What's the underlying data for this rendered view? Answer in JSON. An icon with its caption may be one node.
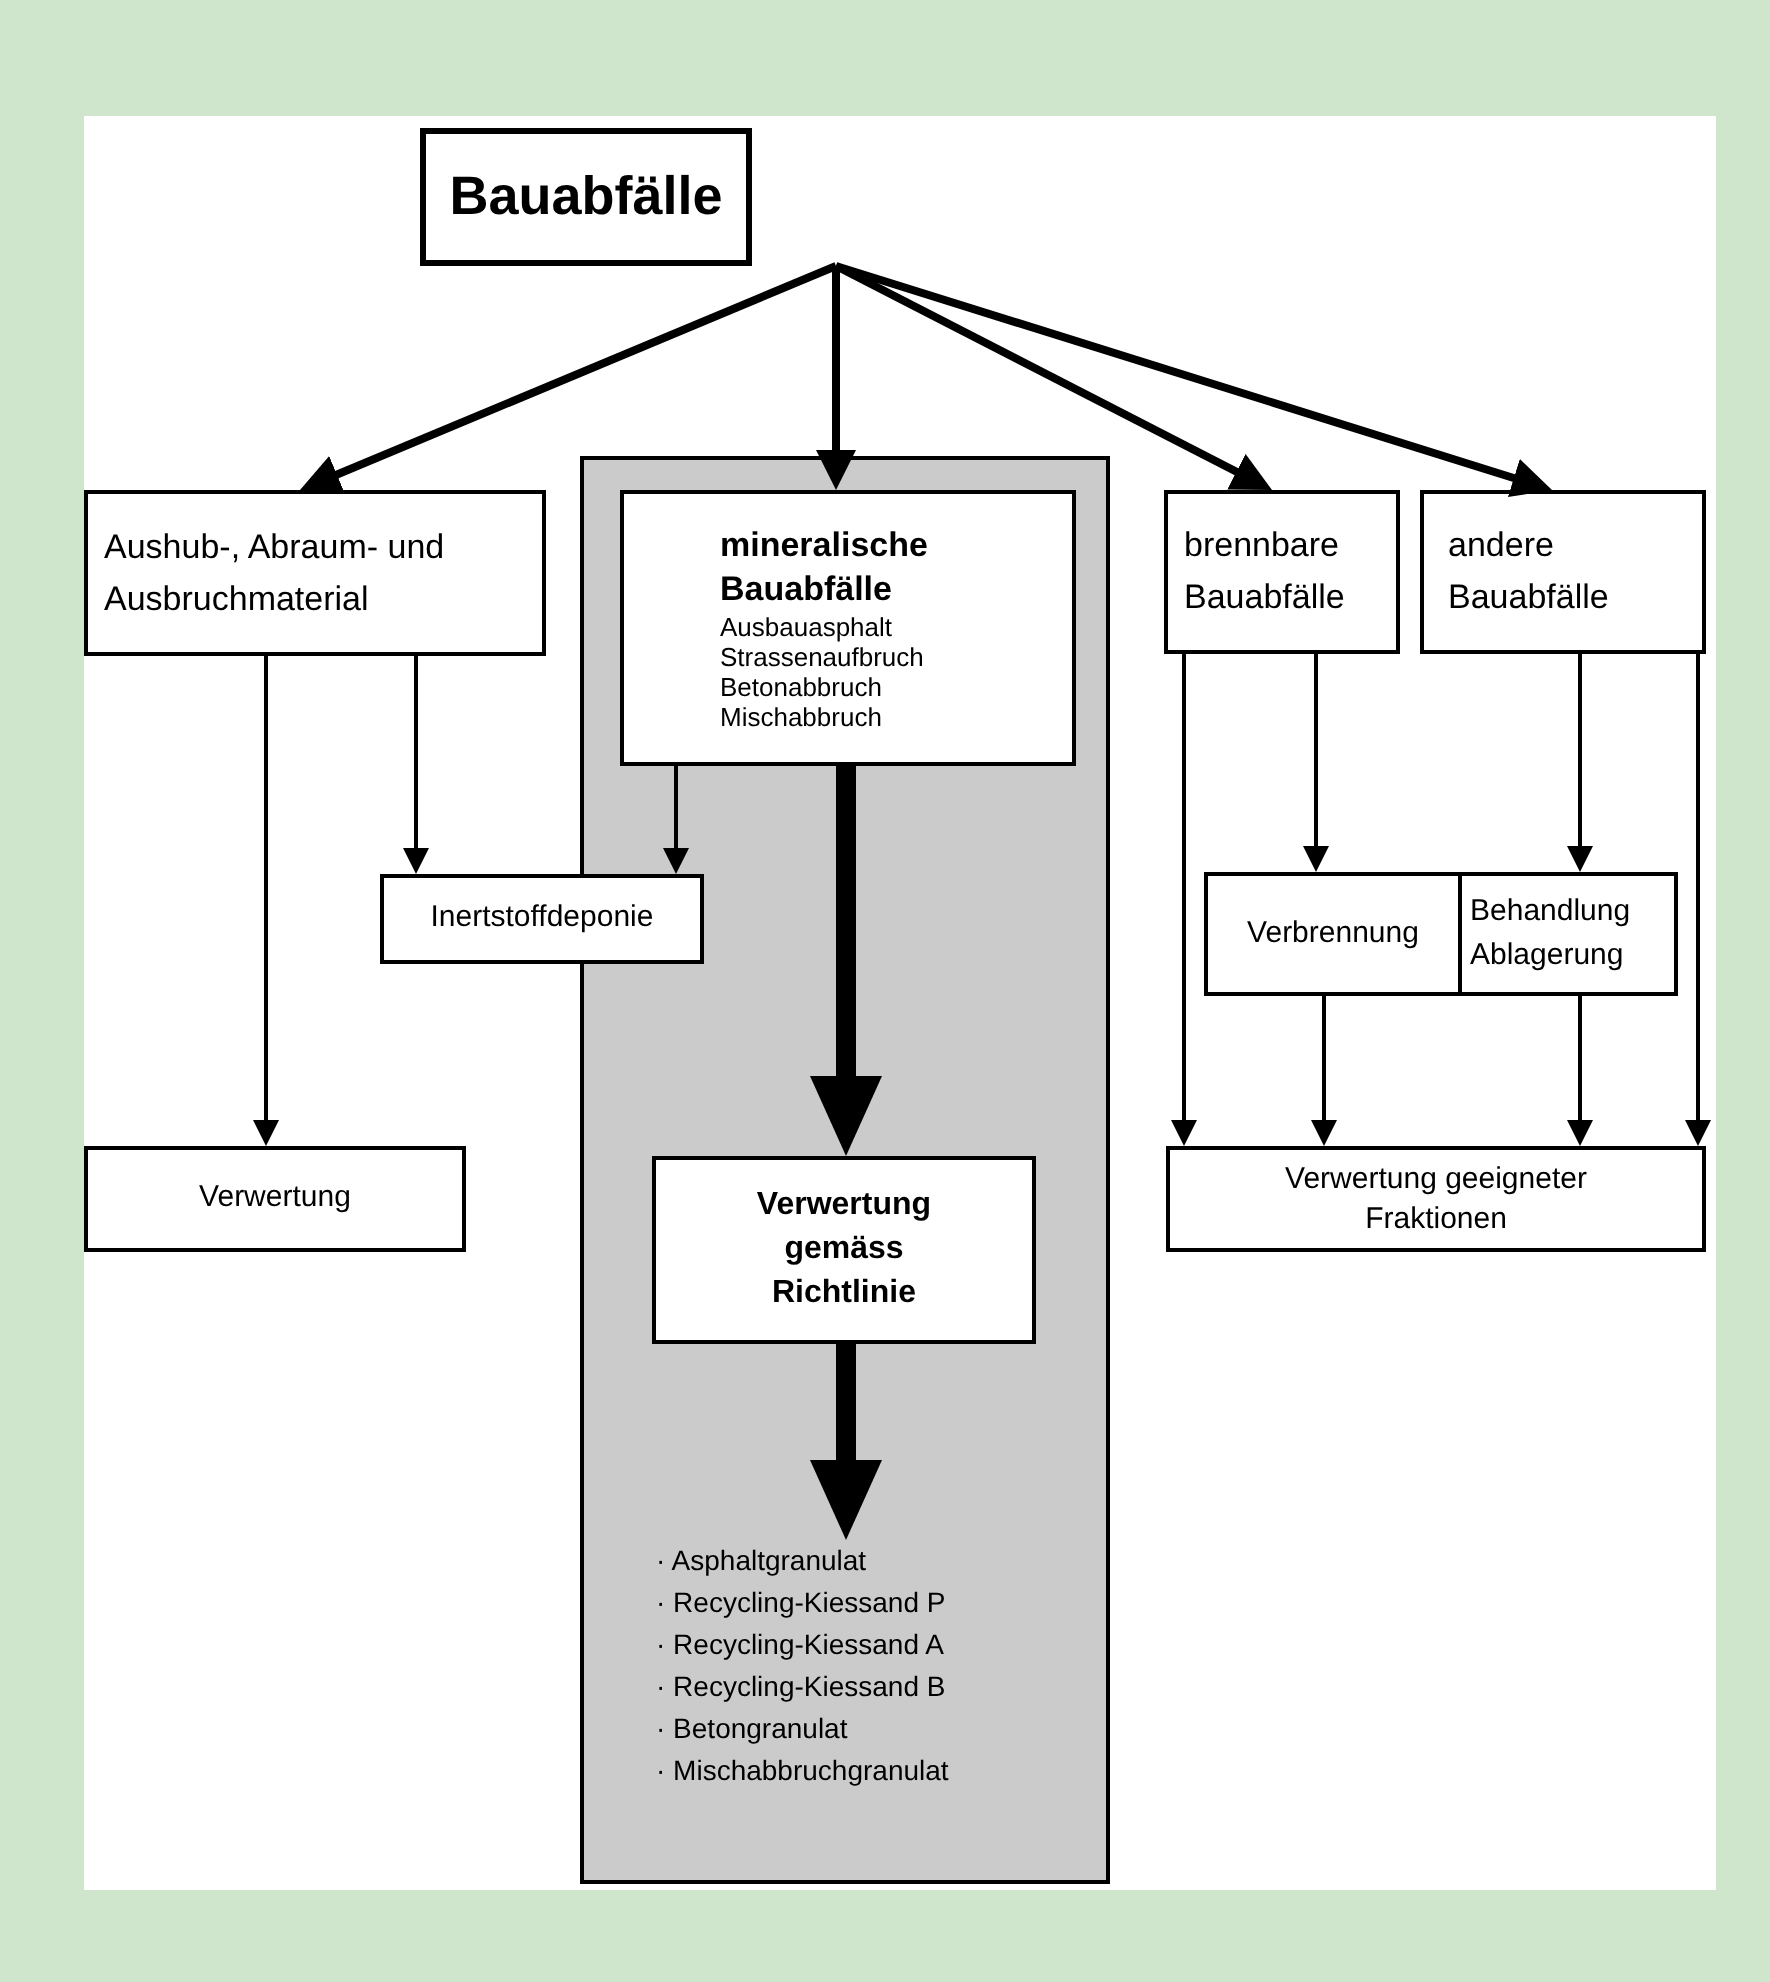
{
  "diagram": {
    "nodes": [
      {
        "text": [
          "Bauabfälle"
        ]
      },
      {
        "text": [
          "Aushub-, Abraum- und Ausbruchmaterial"
        ]
      },
      {
        "text": [],
        "shape": "box"
      },
      {
        "text": [
          "mineralische Bauabfälle",
          "Ausbauasphalt",
          "Strassenaufbruch",
          "Betonabbruch",
          "Mischabbruch"
        ],
        "in": 2
      },
      {
        "text": [
          "brennbare Bauabfälle"
        ]
      },
      {
        "text": [
          "andere Bauabfälle"
        ]
      },
      {
        "text": [
          "Inertstoffdeponie"
        ]
      },
      {
        "text": [
          "Verbrennung"
        ]
      },
      {
        "text": [
          "Behandlung Ablagerung"
        ]
      },
      {
        "text": [
          "Verwertung"
        ]
      },
      {
        "text": [
          "Verwertung gemäss Richtlinie"
        ],
        "in": 2
      },
      {
        "text": [
          "· Asphaltgranulat",
          "· Recycling-Kiessand P",
          "· Recycling-Kiessand A",
          "· Recycling-Kiessand B",
          "· Betongranulat",
          "· Mischabbruchgranulat"
        ],
        "in": 2
      },
      {
        "text": [
          "Verwertung geeigneter Fraktionen"
        ]
      }
    ],
    "edges": [
      {
        "from": 0,
        "to": 1,
        "arrow": "to",
        "style": "thick"
      },
      {
        "from": 0,
        "to": 3,
        "arrow": "to",
        "style": "thick"
      },
      {
        "from": 0,
        "to": 4,
        "arrow": "to",
        "style": "thick"
      },
      {
        "from": 0,
        "to": 5,
        "arrow": "to",
        "style": "thick"
      },
      {
        "from": 1,
        "to": 9,
        "arrow": "to"
      },
      {
        "from": 1,
        "to": 6,
        "arrow": "to"
      },
      {
        "from": 3,
        "to": 6,
        "arrow": "to"
      },
      {
        "from": 3,
        "to": 10,
        "arrow": "to",
        "style": "thick"
      },
      {
        "from": 10,
        "to": 11,
        "arrow": "to",
        "style": "thick"
      },
      {
        "from": 4,
        "to": 12,
        "arrow": "to"
      },
      {
        "from": 4,
        "to": 7,
        "arrow": "to"
      },
      {
        "from": 5,
        "to": 8,
        "arrow": "to"
      },
      {
        "from": 5,
        "to": 12,
        "arrow": "to"
      },
      {
        "from": 7,
        "to": 12,
        "arrow": "to"
      },
      {
        "from": 8,
        "to": 12,
        "arrow": "to"
      }
    ]
  }
}
